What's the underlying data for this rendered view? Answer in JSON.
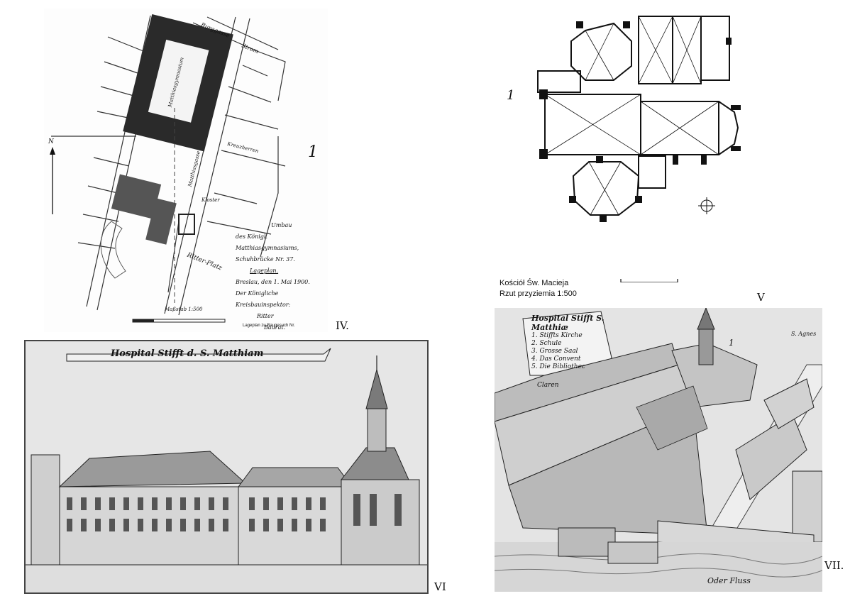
{
  "panels": {
    "site_plan": {
      "number": "IV.",
      "mark_1": "1",
      "north": "N",
      "streets": [
        "Burggasse",
        "Strom",
        "Ritter-Platz"
      ],
      "building": "Matthiasgymnasium",
      "labels": [
        "Kreuzherren",
        "Matthiasgasse",
        "Kloster"
      ],
      "title_lines": [
        "Umbau",
        "des Königl. Matthiasgymnasiums,",
        "Schuhbrücke Nr. 37.",
        "Lageplan."
      ],
      "date_line": "Breslau, den 1. Mai 1900.",
      "office": "Der Königliche Kreisbauinspektor:",
      "signature": "Ritter",
      "rank": "Baurat.",
      "scale": "Maßstab 1:500",
      "footer": "Lageplan zu Baugesuch Nr."
    },
    "floor_plan": {
      "number": "V",
      "mark_1": "1",
      "caption_line1": "Kościół Św. Macieja",
      "caption_line2": "Rzut przyziemia 1:500"
    },
    "facade": {
      "number": "VI",
      "banner": "Hospital Stifft d. S. Matthiam"
    },
    "aerial": {
      "number": "VII.",
      "mark_1": "1",
      "title": "Hospital Stifft S. Matthiæ",
      "legend": [
        "1. Stiffts Kirche",
        "2. Schule",
        "3. Grosse Saal",
        "4. Das Convent",
        "5. Die Bibliothec"
      ],
      "label_claren": "Claren",
      "label_agnes": "S. Agnes",
      "river": "Oder Fluss"
    }
  }
}
